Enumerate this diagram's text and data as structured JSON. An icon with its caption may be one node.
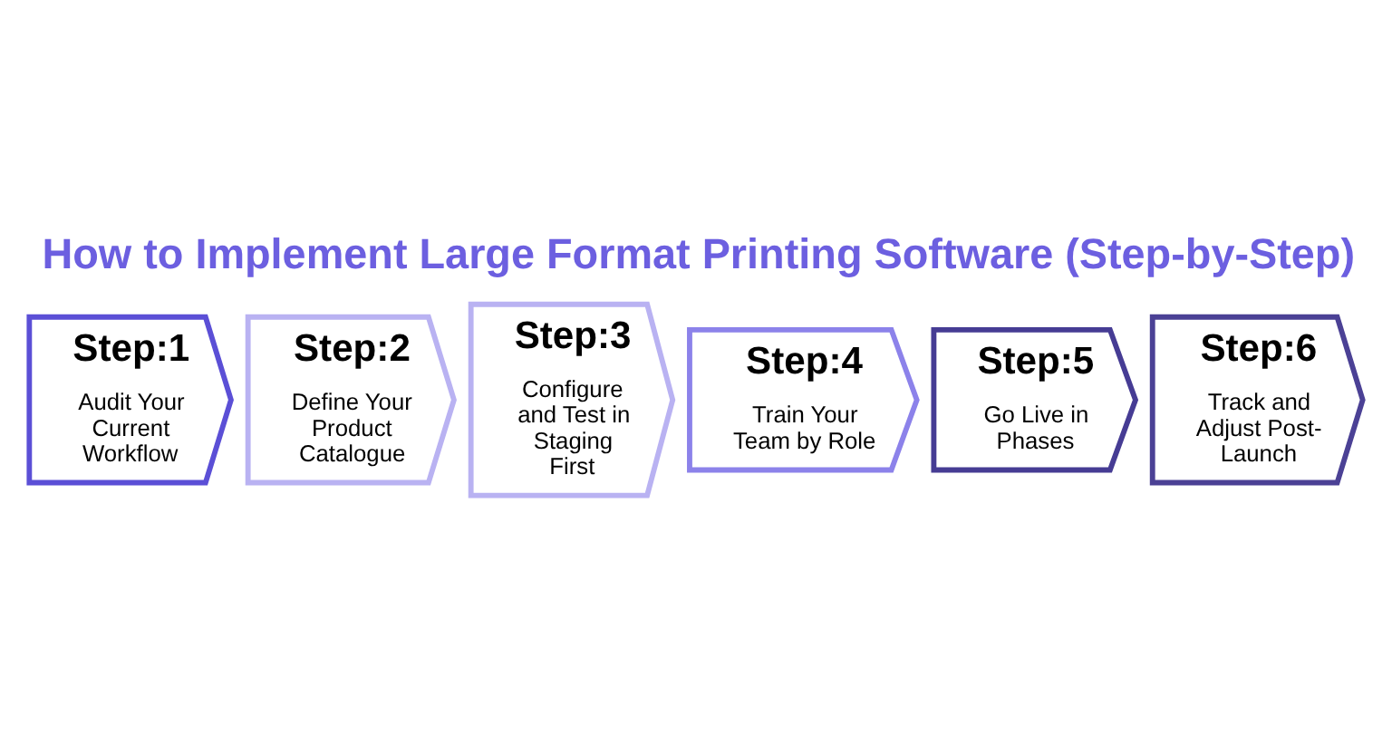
{
  "diagram": {
    "title": "How to Implement Large Format Printing Software (Step-by-Step)",
    "nodes": [
      {
        "text": [
          "Step:1",
          "Audit Your Current Workflow"
        ]
      },
      {
        "text": [
          "Step:2",
          "Define Your Product Catalogue"
        ]
      },
      {
        "text": [
          "Step:3",
          "Configure and Test in Staging First"
        ]
      },
      {
        "text": [
          "Step:4",
          "Train Your Team by Role"
        ]
      },
      {
        "text": [
          "Step:5",
          "Go Live in Phases"
        ]
      },
      {
        "text": [
          "Step:6",
          "Track and Adjust Post-Launch"
        ]
      }
    ],
    "edges": []
  }
}
